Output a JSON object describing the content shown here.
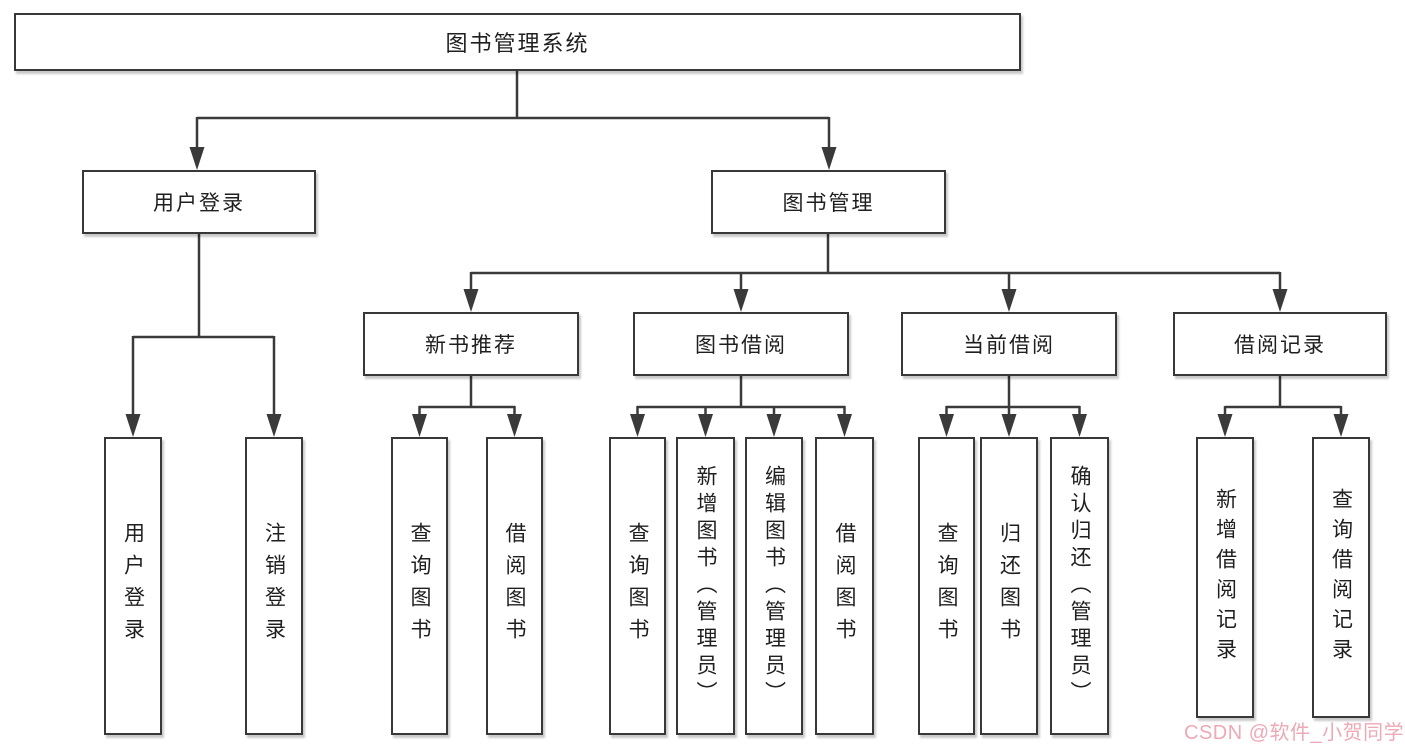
{
  "diagram": {
    "root": "图书管理系统",
    "level1": {
      "user_login": "用户登录",
      "book_mgmt": "图书管理"
    },
    "level2": {
      "new_book": "新书推荐",
      "borrow": "图书借阅",
      "current": "当前借阅",
      "records": "借阅记录"
    },
    "leaves": {
      "user_login": "用户登录",
      "logout": "注销登录",
      "nb_query": "查询图书",
      "nb_borrow": "借阅图书",
      "bw_query": "查询图书",
      "bw_add": "新增图书（管理员）",
      "bw_edit": "编辑图书（管理员）",
      "bw_borrow": "借阅图书",
      "cu_query": "查询图书",
      "cu_return": "归还图书",
      "cu_confirm": "确认归还（管理员）",
      "rc_add": "新增借阅记录",
      "rc_query": "查询借阅记录"
    }
  },
  "watermark": {
    "text": "CSDN @软件_小贺同学",
    "color": "#eda9b6"
  },
  "colors": {
    "line": "#3a3a3a",
    "border": "#383838",
    "text": "#1f1f1f",
    "background": "#ffffff"
  }
}
